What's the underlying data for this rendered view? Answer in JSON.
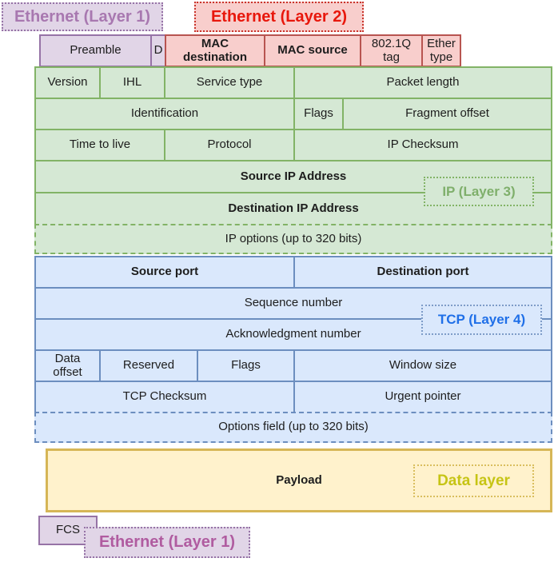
{
  "labels": {
    "ethernet_l1_top": "Ethernet (Layer 1)",
    "ethernet_l2": "Ethernet (Layer 2)",
    "ip_l3": "IP (Layer 3)",
    "tcp_l4": "TCP (Layer 4)",
    "data_layer": "Data layer",
    "ethernet_l1_bottom": "Ethernet (Layer 1)"
  },
  "ethernet_header": {
    "preamble": "Preamble",
    "delimiter": "D",
    "mac_destination": "MAC destination",
    "mac_source": "MAC source",
    "dot1q_tag": "802.1Q tag",
    "ether_type": "Ether type",
    "fcs": "FCS"
  },
  "ip_header": {
    "version": "Version",
    "ihl": "IHL",
    "service_type": "Service type",
    "packet_length": "Packet length",
    "identification": "Identification",
    "flags": "Flags",
    "fragment_offset": "Fragment offset",
    "time_to_live": "Time to live",
    "protocol": "Protocol",
    "ip_checksum": "IP Checksum",
    "source_ip": "Source IP Address",
    "destination_ip": "Destination IP Address",
    "ip_options": "IP options (up to 320 bits)"
  },
  "tcp_header": {
    "source_port": "Source port",
    "destination_port": "Destination port",
    "sequence_number": "Sequence number",
    "acknowledgment_number": "Acknowledgment number",
    "data_offset": "Data offset",
    "reserved": "Reserved",
    "flags": "Flags",
    "window_size": "Window size",
    "tcp_checksum": "TCP Checksum",
    "urgent_pointer": "Urgent pointer",
    "options_field": "Options field (up to 320 bits)"
  },
  "payload": {
    "label": "Payload"
  },
  "colors": {
    "purple_fill": "#E1D5E7",
    "purple_stroke": "#9673A6",
    "red_fill": "#F8CECC",
    "red_stroke": "#B85450",
    "green_fill": "#D5E8D4",
    "green_stroke": "#82B366",
    "blue_fill": "#DAE8FC",
    "blue_stroke": "#6C8EBF",
    "yellow_fill": "#FFF2CC",
    "yellow_stroke": "#D6B656",
    "label_eth1_text": "#A878B0",
    "label_eth2_text": "#E8170C",
    "label_ip3_text": "#7FAF6B",
    "label_tcp4_text": "#1F6FE8",
    "label_data_text": "#C6C414"
  }
}
